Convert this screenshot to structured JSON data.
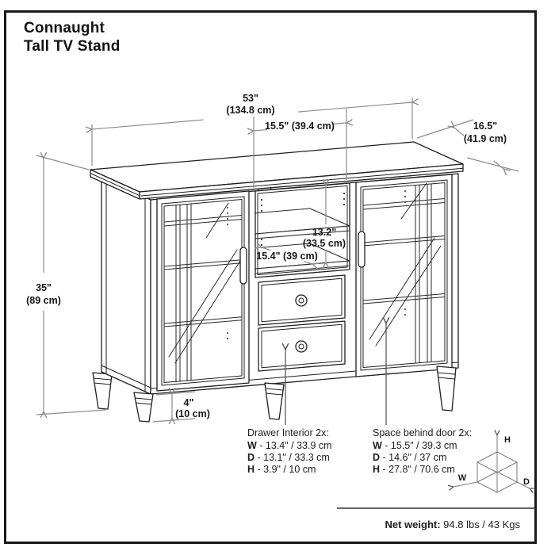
{
  "title": {
    "line1": "Connaught",
    "line2": "Tall TV Stand"
  },
  "dims": {
    "width_in": "53\"",
    "width_cm": "(134.8 cm)",
    "opening_width": "15.5\" (39.4 cm)",
    "depth_in": "16.5\"",
    "depth_cm": "(41.9 cm)",
    "height_in": "35\"",
    "height_cm": "(89 cm)",
    "interior_height_in": "13.2\"",
    "interior_height_cm": "(33.5 cm)",
    "shelf_depth": "15.4\" (39 cm)",
    "leg_height_in": "4\"",
    "leg_height_cm": "(10 cm)"
  },
  "callouts": {
    "drawer": {
      "title": "Drawer Interior 2x:",
      "rows": [
        {
          "k": "W",
          "v": " - 13.4\" / 33.9 cm"
        },
        {
          "k": "D",
          "v": " - 13.1\" / 33.3 cm"
        },
        {
          "k": "H",
          "v": " - 3.9\" / 10 cm"
        }
      ]
    },
    "door": {
      "title": "Space behind door 2x:",
      "rows": [
        {
          "k": "W",
          "v": " - 15.5\" / 39.3 cm"
        },
        {
          "k": "D",
          "v": " - 14.6\" / 37 cm"
        },
        {
          "k": "H",
          "v": " - 27.8\" / 70.6 cm"
        }
      ]
    }
  },
  "axis_cube": {
    "w": "W",
    "h": "H",
    "d": "D"
  },
  "footer": {
    "label": "Net weight:",
    "value": " 94.8 lbs / 43 Kgs"
  },
  "colors": {
    "drawing_line": "#1f1f1f",
    "dimension_line": "#8c8c8c",
    "text": "#161616"
  }
}
